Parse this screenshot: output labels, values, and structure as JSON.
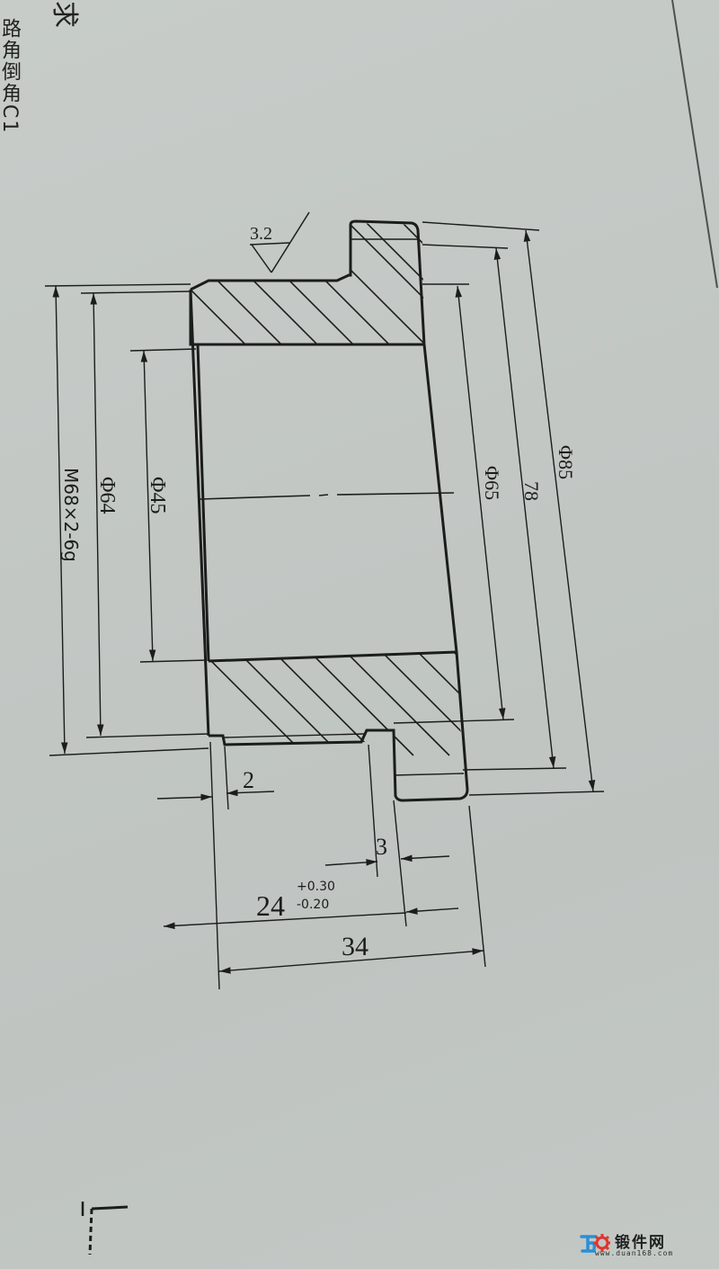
{
  "drawing": {
    "type": "cross-section technical drawing of a threaded flanged sleeve",
    "margin_text": "路角倒角C1",
    "top_fragment": "求",
    "surface_roughness": "3.2",
    "dimensions": {
      "thread": "M68×2-6g",
      "bore_inner": "Φ45",
      "thread_minor": "Φ64",
      "step_diameter": "Φ65",
      "flange_inner": "78",
      "flange_outer": "Φ85",
      "chamfer_width": "2",
      "groove_width": "3",
      "thread_length": "24",
      "thread_length_tol_upper": "+0.30",
      "thread_length_tol_lower": "-0.20",
      "overall_length": "34"
    }
  },
  "watermark": {
    "title": "锻件网",
    "url": "www.duan168.com",
    "logo_colors": {
      "blue": "#2a8fd6",
      "red": "#e0352b"
    }
  }
}
